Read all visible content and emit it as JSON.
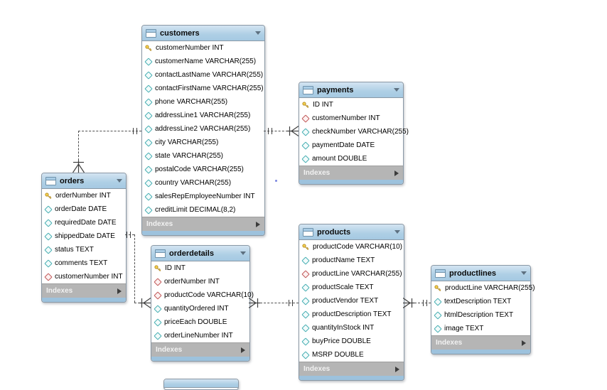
{
  "diagram": {
    "tables": [
      {
        "id": "customers",
        "title": "customers",
        "footer_label": "Indexes",
        "fields": [
          {
            "icon": "primary-key",
            "label": "customerNumber INT"
          },
          {
            "icon": "column",
            "label": "customerName VARCHAR(255)"
          },
          {
            "icon": "column",
            "label": "contactLastName VARCHAR(255)"
          },
          {
            "icon": "column",
            "label": "contactFirstName VARCHAR(255)"
          },
          {
            "icon": "column",
            "label": "phone VARCHAR(255)"
          },
          {
            "icon": "column",
            "label": "addressLine1 VARCHAR(255)"
          },
          {
            "icon": "column",
            "label": "addressLine2 VARCHAR(255)"
          },
          {
            "icon": "column",
            "label": "city VARCHAR(255)"
          },
          {
            "icon": "column",
            "label": "state VARCHAR(255)"
          },
          {
            "icon": "column",
            "label": "postalCode VARCHAR(255)"
          },
          {
            "icon": "column",
            "label": "country VARCHAR(255)"
          },
          {
            "icon": "column",
            "label": "salesRepEmployeeNumber INT"
          },
          {
            "icon": "column",
            "label": "creditLimit DECIMAL(8,2)"
          }
        ]
      },
      {
        "id": "payments",
        "title": "payments",
        "footer_label": "Indexes",
        "fields": [
          {
            "icon": "primary-key",
            "label": "ID INT"
          },
          {
            "icon": "foreign-key",
            "label": "customerNumber INT"
          },
          {
            "icon": "column",
            "label": "checkNumber VARCHAR(255)"
          },
          {
            "icon": "column",
            "label": "paymentDate DATE"
          },
          {
            "icon": "column",
            "label": "amount DOUBLE"
          }
        ]
      },
      {
        "id": "orders",
        "title": "orders",
        "footer_label": "Indexes",
        "fields": [
          {
            "icon": "primary-key",
            "label": "orderNumber INT"
          },
          {
            "icon": "column",
            "label": "orderDate DATE"
          },
          {
            "icon": "column",
            "label": "requiredDate DATE"
          },
          {
            "icon": "column",
            "label": "shippedDate DATE"
          },
          {
            "icon": "column",
            "label": "status TEXT"
          },
          {
            "icon": "column",
            "label": "comments TEXT"
          },
          {
            "icon": "foreign-key",
            "label": "customerNumber INT"
          }
        ]
      },
      {
        "id": "orderdetails",
        "title": "orderdetails",
        "footer_label": "Indexes",
        "fields": [
          {
            "icon": "primary-key",
            "label": "ID INT"
          },
          {
            "icon": "foreign-key",
            "label": "orderNumber INT"
          },
          {
            "icon": "foreign-key",
            "label": "productCode VARCHAR(10)"
          },
          {
            "icon": "column",
            "label": "quantityOrdered INT"
          },
          {
            "icon": "column",
            "label": "priceEach DOUBLE"
          },
          {
            "icon": "column",
            "label": "orderLineNumber INT"
          }
        ]
      },
      {
        "id": "products",
        "title": "products",
        "footer_label": "Indexes",
        "fields": [
          {
            "icon": "primary-key",
            "label": "productCode VARCHAR(10)"
          },
          {
            "icon": "column",
            "label": "productName TEXT"
          },
          {
            "icon": "foreign-key",
            "label": "productLine VARCHAR(255)"
          },
          {
            "icon": "column",
            "label": "productScale TEXT"
          },
          {
            "icon": "column",
            "label": "productVendor TEXT"
          },
          {
            "icon": "column",
            "label": "productDescription TEXT"
          },
          {
            "icon": "column",
            "label": "quantityInStock INT"
          },
          {
            "icon": "column",
            "label": "buyPrice DOUBLE"
          },
          {
            "icon": "column",
            "label": "MSRP DOUBLE"
          }
        ]
      },
      {
        "id": "productlines",
        "title": "productlines",
        "footer_label": "Indexes",
        "fields": [
          {
            "icon": "primary-key",
            "label": "productLine VARCHAR(255)"
          },
          {
            "icon": "column",
            "label": "textDescription TEXT"
          },
          {
            "icon": "column",
            "label": "htmlDescription TEXT"
          },
          {
            "icon": "column",
            "label": "image TEXT"
          }
        ]
      }
    ],
    "relationships": [
      {
        "from": "customers",
        "to": "orders",
        "from_cardinality": "one",
        "to_cardinality": "many",
        "line_style": "dashed"
      },
      {
        "from": "customers",
        "to": "payments",
        "from_cardinality": "one",
        "to_cardinality": "many",
        "line_style": "dashed"
      },
      {
        "from": "orders",
        "to": "orderdetails",
        "from_cardinality": "one",
        "to_cardinality": "many",
        "line_style": "dashed"
      },
      {
        "from": "products",
        "to": "orderdetails",
        "from_cardinality": "one",
        "to_cardinality": "many",
        "line_style": "dashed"
      },
      {
        "from": "productlines",
        "to": "products",
        "from_cardinality": "one",
        "to_cardinality": "many",
        "line_style": "dashed"
      }
    ],
    "partial_table": {
      "title": "",
      "note": "clipped table header at bottom edge"
    },
    "icons": {
      "table": "table-grid-icon",
      "collapse": "triangle-down-icon",
      "expand": "triangle-right-icon",
      "primary_key": "key-icon",
      "foreign_key": "red-diamond-icon",
      "column": "teal-diamond-icon"
    },
    "colors": {
      "header_blue": "#aecfe5",
      "indexes_gray": "#b5b5b5",
      "footer_blue": "#9dc2dd",
      "key_yellow": "#f6d24e",
      "column_teal": "#4ab0b4",
      "foreign_key_red": "#c25b5b",
      "connector_gray": "#4f4f4f"
    }
  }
}
